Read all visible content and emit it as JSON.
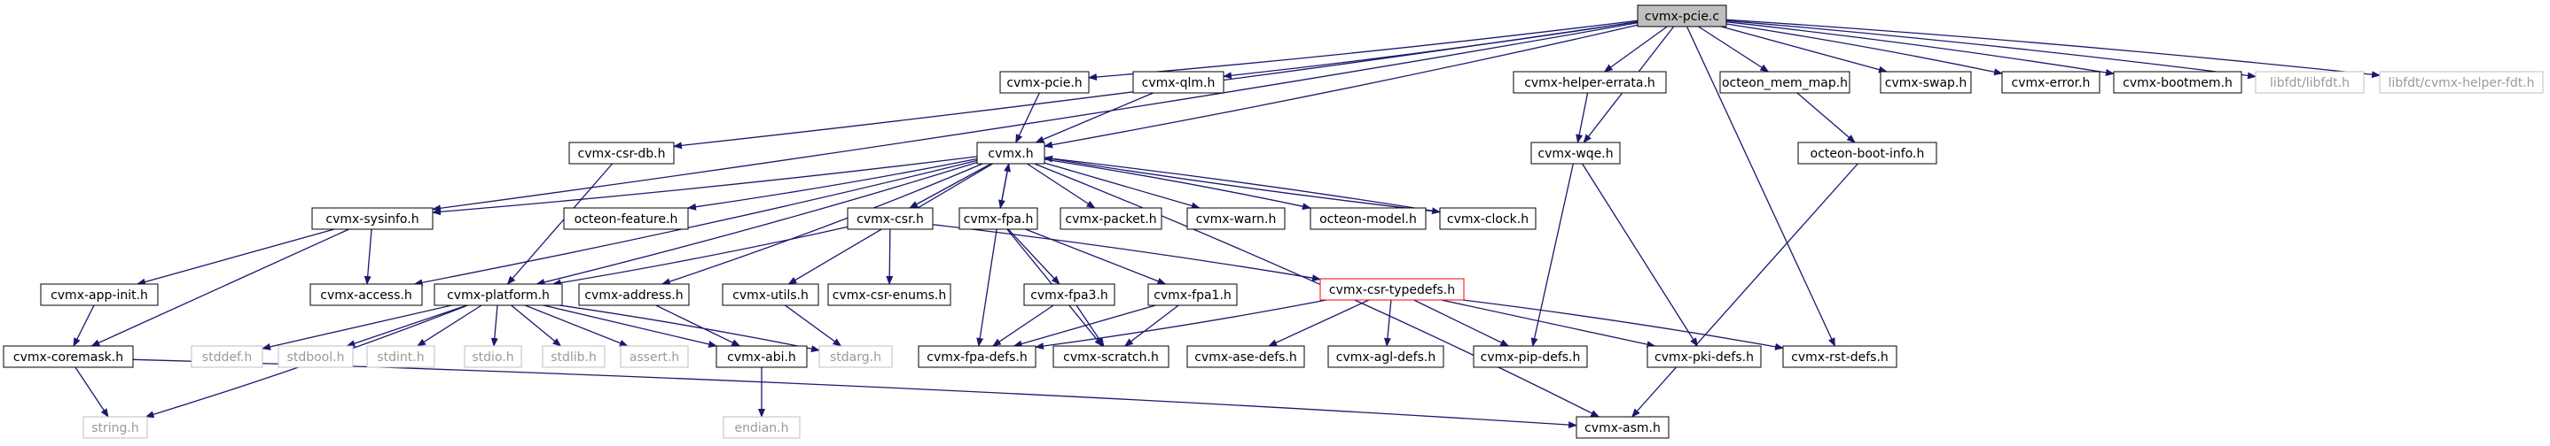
{
  "nodes": [
    {
      "id": "pcie_c",
      "label": "cvmx-pcie.c",
      "kind": "root"
    },
    {
      "id": "pcie_h",
      "label": "cvmx-pcie.h",
      "kind": "normal"
    },
    {
      "id": "qlm_h",
      "label": "cvmx-qlm.h",
      "kind": "normal"
    },
    {
      "id": "csrdb_h",
      "label": "cvmx-csr-db.h",
      "kind": "normal"
    },
    {
      "id": "cvmx_h",
      "label": "cvmx.h",
      "kind": "normal"
    },
    {
      "id": "helper_errata_h",
      "label": "cvmx-helper-errata.h",
      "kind": "normal"
    },
    {
      "id": "wqe_h",
      "label": "cvmx-wqe.h",
      "kind": "normal"
    },
    {
      "id": "octeon_mem_map_h",
      "label": "octeon_mem_map.h",
      "kind": "normal"
    },
    {
      "id": "swap_h",
      "label": "cvmx-swap.h",
      "kind": "normal"
    },
    {
      "id": "error_h",
      "label": "cvmx-error.h",
      "kind": "normal"
    },
    {
      "id": "bootmem_h",
      "label": "cvmx-bootmem.h",
      "kind": "normal"
    },
    {
      "id": "libfdt_h",
      "label": "libfdt/libfdt.h",
      "kind": "missing"
    },
    {
      "id": "libfdt_helper_h",
      "label": "libfdt/cvmx-helper-fdt.h",
      "kind": "missing"
    },
    {
      "id": "octeon_boot_info_h",
      "label": "octeon-boot-info.h",
      "kind": "normal"
    },
    {
      "id": "sysinfo_h",
      "label": "cvmx-sysinfo.h",
      "kind": "normal"
    },
    {
      "id": "octeon_feature_h",
      "label": "octeon-feature.h",
      "kind": "normal"
    },
    {
      "id": "csr_h",
      "label": "cvmx-csr.h",
      "kind": "normal"
    },
    {
      "id": "fpa_h",
      "label": "cvmx-fpa.h",
      "kind": "normal"
    },
    {
      "id": "packet_h",
      "label": "cvmx-packet.h",
      "kind": "normal"
    },
    {
      "id": "warn_h",
      "label": "cvmx-warn.h",
      "kind": "normal"
    },
    {
      "id": "octeon_model_h",
      "label": "octeon-model.h",
      "kind": "normal"
    },
    {
      "id": "clock_h",
      "label": "cvmx-clock.h",
      "kind": "normal"
    },
    {
      "id": "app_init_h",
      "label": "cvmx-app-init.h",
      "kind": "normal"
    },
    {
      "id": "access_h",
      "label": "cvmx-access.h",
      "kind": "normal"
    },
    {
      "id": "platform_h",
      "label": "cvmx-platform.h",
      "kind": "normal"
    },
    {
      "id": "address_h",
      "label": "cvmx-address.h",
      "kind": "normal"
    },
    {
      "id": "utils_h",
      "label": "cvmx-utils.h",
      "kind": "normal"
    },
    {
      "id": "csr_enums_h",
      "label": "cvmx-csr-enums.h",
      "kind": "normal"
    },
    {
      "id": "fpa3_h",
      "label": "cvmx-fpa3.h",
      "kind": "normal"
    },
    {
      "id": "fpa1_h",
      "label": "cvmx-fpa1.h",
      "kind": "normal"
    },
    {
      "id": "csr_typedefs_h",
      "label": "cvmx-csr-typedefs.h",
      "kind": "highlight"
    },
    {
      "id": "coremask_h",
      "label": "cvmx-coremask.h",
      "kind": "normal"
    },
    {
      "id": "stddef_h",
      "label": "stddef.h",
      "kind": "missing"
    },
    {
      "id": "stdbool_h",
      "label": "stdbool.h",
      "kind": "missing"
    },
    {
      "id": "stdint_h",
      "label": "stdint.h",
      "kind": "missing"
    },
    {
      "id": "stdio_h",
      "label": "stdio.h",
      "kind": "missing"
    },
    {
      "id": "stdlib_h",
      "label": "stdlib.h",
      "kind": "missing"
    },
    {
      "id": "assert_h",
      "label": "assert.h",
      "kind": "missing"
    },
    {
      "id": "abi_h",
      "label": "cvmx-abi.h",
      "kind": "normal"
    },
    {
      "id": "stdarg_h",
      "label": "stdarg.h",
      "kind": "missing"
    },
    {
      "id": "fpa_defs_h",
      "label": "cvmx-fpa-defs.h",
      "kind": "normal"
    },
    {
      "id": "scratch_h",
      "label": "cvmx-scratch.h",
      "kind": "normal"
    },
    {
      "id": "ase_defs_h",
      "label": "cvmx-ase-defs.h",
      "kind": "normal"
    },
    {
      "id": "agl_defs_h",
      "label": "cvmx-agl-defs.h",
      "kind": "normal"
    },
    {
      "id": "pip_defs_h",
      "label": "cvmx-pip-defs.h",
      "kind": "normal"
    },
    {
      "id": "pki_defs_h",
      "label": "cvmx-pki-defs.h",
      "kind": "normal"
    },
    {
      "id": "rst_defs_h",
      "label": "cvmx-rst-defs.h",
      "kind": "normal"
    },
    {
      "id": "string_h",
      "label": "string.h",
      "kind": "missing"
    },
    {
      "id": "endian_h",
      "label": "endian.h",
      "kind": "missing"
    },
    {
      "id": "asm_h",
      "label": "cvmx-asm.h",
      "kind": "normal"
    }
  ],
  "edges": [
    [
      "pcie_c",
      "pcie_h"
    ],
    [
      "pcie_c",
      "qlm_h"
    ],
    [
      "pcie_c",
      "csrdb_h"
    ],
    [
      "pcie_c",
      "cvmx_h"
    ],
    [
      "pcie_c",
      "helper_errata_h"
    ],
    [
      "pcie_c",
      "wqe_h"
    ],
    [
      "pcie_c",
      "octeon_mem_map_h"
    ],
    [
      "pcie_c",
      "swap_h"
    ],
    [
      "pcie_c",
      "error_h"
    ],
    [
      "pcie_c",
      "bootmem_h"
    ],
    [
      "pcie_c",
      "libfdt_h"
    ],
    [
      "pcie_c",
      "libfdt_helper_h"
    ],
    [
      "pcie_c",
      "sysinfo_h"
    ],
    [
      "pcie_c",
      "rst_defs_h"
    ],
    [
      "pcie_h",
      "cvmx_h"
    ],
    [
      "qlm_h",
      "cvmx_h"
    ],
    [
      "csrdb_h",
      "platform_h"
    ],
    [
      "helper_errata_h",
      "wqe_h"
    ],
    [
      "octeon_mem_map_h",
      "octeon_boot_info_h"
    ],
    [
      "octeon_boot_info_h",
      "asm_h"
    ],
    [
      "wqe_h",
      "pip_defs_h"
    ],
    [
      "wqe_h",
      "pki_defs_h"
    ],
    [
      "cvmx_h",
      "sysinfo_h"
    ],
    [
      "cvmx_h",
      "octeon_feature_h"
    ],
    [
      "cvmx_h",
      "csr_h"
    ],
    [
      "cvmx_h",
      "fpa_h"
    ],
    [
      "cvmx_h",
      "packet_h"
    ],
    [
      "cvmx_h",
      "warn_h"
    ],
    [
      "cvmx_h",
      "octeon_model_h"
    ],
    [
      "cvmx_h",
      "clock_h"
    ],
    [
      "cvmx_h",
      "access_h"
    ],
    [
      "cvmx_h",
      "platform_h"
    ],
    [
      "cvmx_h",
      "address_h"
    ],
    [
      "cvmx_h",
      "utils_h"
    ],
    [
      "cvmx_h",
      "asm_h"
    ],
    [
      "fpa_h",
      "cvmx_h"
    ],
    [
      "clock_h",
      "cvmx_h"
    ],
    [
      "sysinfo_h",
      "app_init_h"
    ],
    [
      "sysinfo_h",
      "access_h"
    ],
    [
      "sysinfo_h",
      "coremask_h"
    ],
    [
      "app_init_h",
      "coremask_h"
    ],
    [
      "coremask_h",
      "string_h"
    ],
    [
      "coremask_h",
      "asm_h"
    ],
    [
      "csr_h",
      "platform_h"
    ],
    [
      "csr_h",
      "csr_enums_h"
    ],
    [
      "csr_h",
      "csr_typedefs_h"
    ],
    [
      "fpa_h",
      "fpa3_h"
    ],
    [
      "fpa_h",
      "fpa1_h"
    ],
    [
      "fpa_h",
      "fpa_defs_h"
    ],
    [
      "fpa_h",
      "scratch_h"
    ],
    [
      "fpa3_h",
      "fpa_defs_h"
    ],
    [
      "fpa3_h",
      "scratch_h"
    ],
    [
      "fpa1_h",
      "fpa_defs_h"
    ],
    [
      "fpa1_h",
      "scratch_h"
    ],
    [
      "platform_h",
      "stddef_h"
    ],
    [
      "platform_h",
      "stdbool_h"
    ],
    [
      "platform_h",
      "stdint_h"
    ],
    [
      "platform_h",
      "stdio_h"
    ],
    [
      "platform_h",
      "stdlib_h"
    ],
    [
      "platform_h",
      "assert_h"
    ],
    [
      "platform_h",
      "abi_h"
    ],
    [
      "platform_h",
      "stdarg_h"
    ],
    [
      "platform_h",
      "string_h"
    ],
    [
      "address_h",
      "abi_h"
    ],
    [
      "utils_h",
      "stdarg_h"
    ],
    [
      "abi_h",
      "endian_h"
    ],
    [
      "csr_typedefs_h",
      "fpa_defs_h"
    ],
    [
      "csr_typedefs_h",
      "ase_defs_h"
    ],
    [
      "csr_typedefs_h",
      "agl_defs_h"
    ],
    [
      "csr_typedefs_h",
      "pip_defs_h"
    ],
    [
      "csr_typedefs_h",
      "pki_defs_h"
    ],
    [
      "csr_typedefs_h",
      "rst_defs_h"
    ]
  ]
}
